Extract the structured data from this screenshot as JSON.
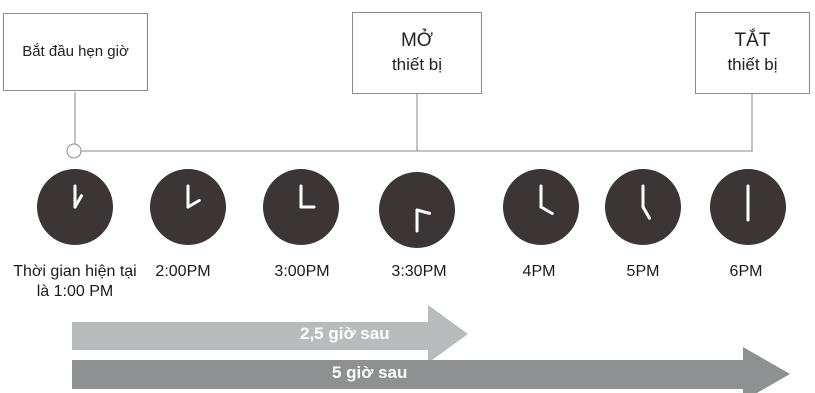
{
  "boxes": {
    "start": {
      "line1": "Bắt đầu hẹn giờ"
    },
    "on": {
      "line1": "MỞ",
      "line2": "thiết bị"
    },
    "off": {
      "line1": "TẮT",
      "line2": "thiết bị"
    }
  },
  "clocks": [
    {
      "label1": "Thời gian hiện tại",
      "label2": "là 1:00 PM",
      "hour": 1,
      "minute": 0
    },
    {
      "label1": "2:00PM",
      "label2": "",
      "hour": 2,
      "minute": 0
    },
    {
      "label1": "3:00PM",
      "label2": "",
      "hour": 3,
      "minute": 0
    },
    {
      "label1": "3:30PM",
      "label2": "",
      "hour": 3,
      "minute": 30
    },
    {
      "label1": "4PM",
      "label2": "",
      "hour": 4,
      "minute": 0
    },
    {
      "label1": "5PM",
      "label2": "",
      "hour": 5,
      "minute": 0
    },
    {
      "label1": "6PM",
      "label2": "",
      "hour": 6,
      "minute": 0
    }
  ],
  "arrows": {
    "short": {
      "label": "2,5 giờ sau",
      "color": "#b8bcbd"
    },
    "long": {
      "label": "5 giờ sau",
      "color": "#8f9091"
    }
  },
  "colors": {
    "clock_face": "#3b3536",
    "hand": "#ffffff",
    "line": "#8a8a8a"
  }
}
